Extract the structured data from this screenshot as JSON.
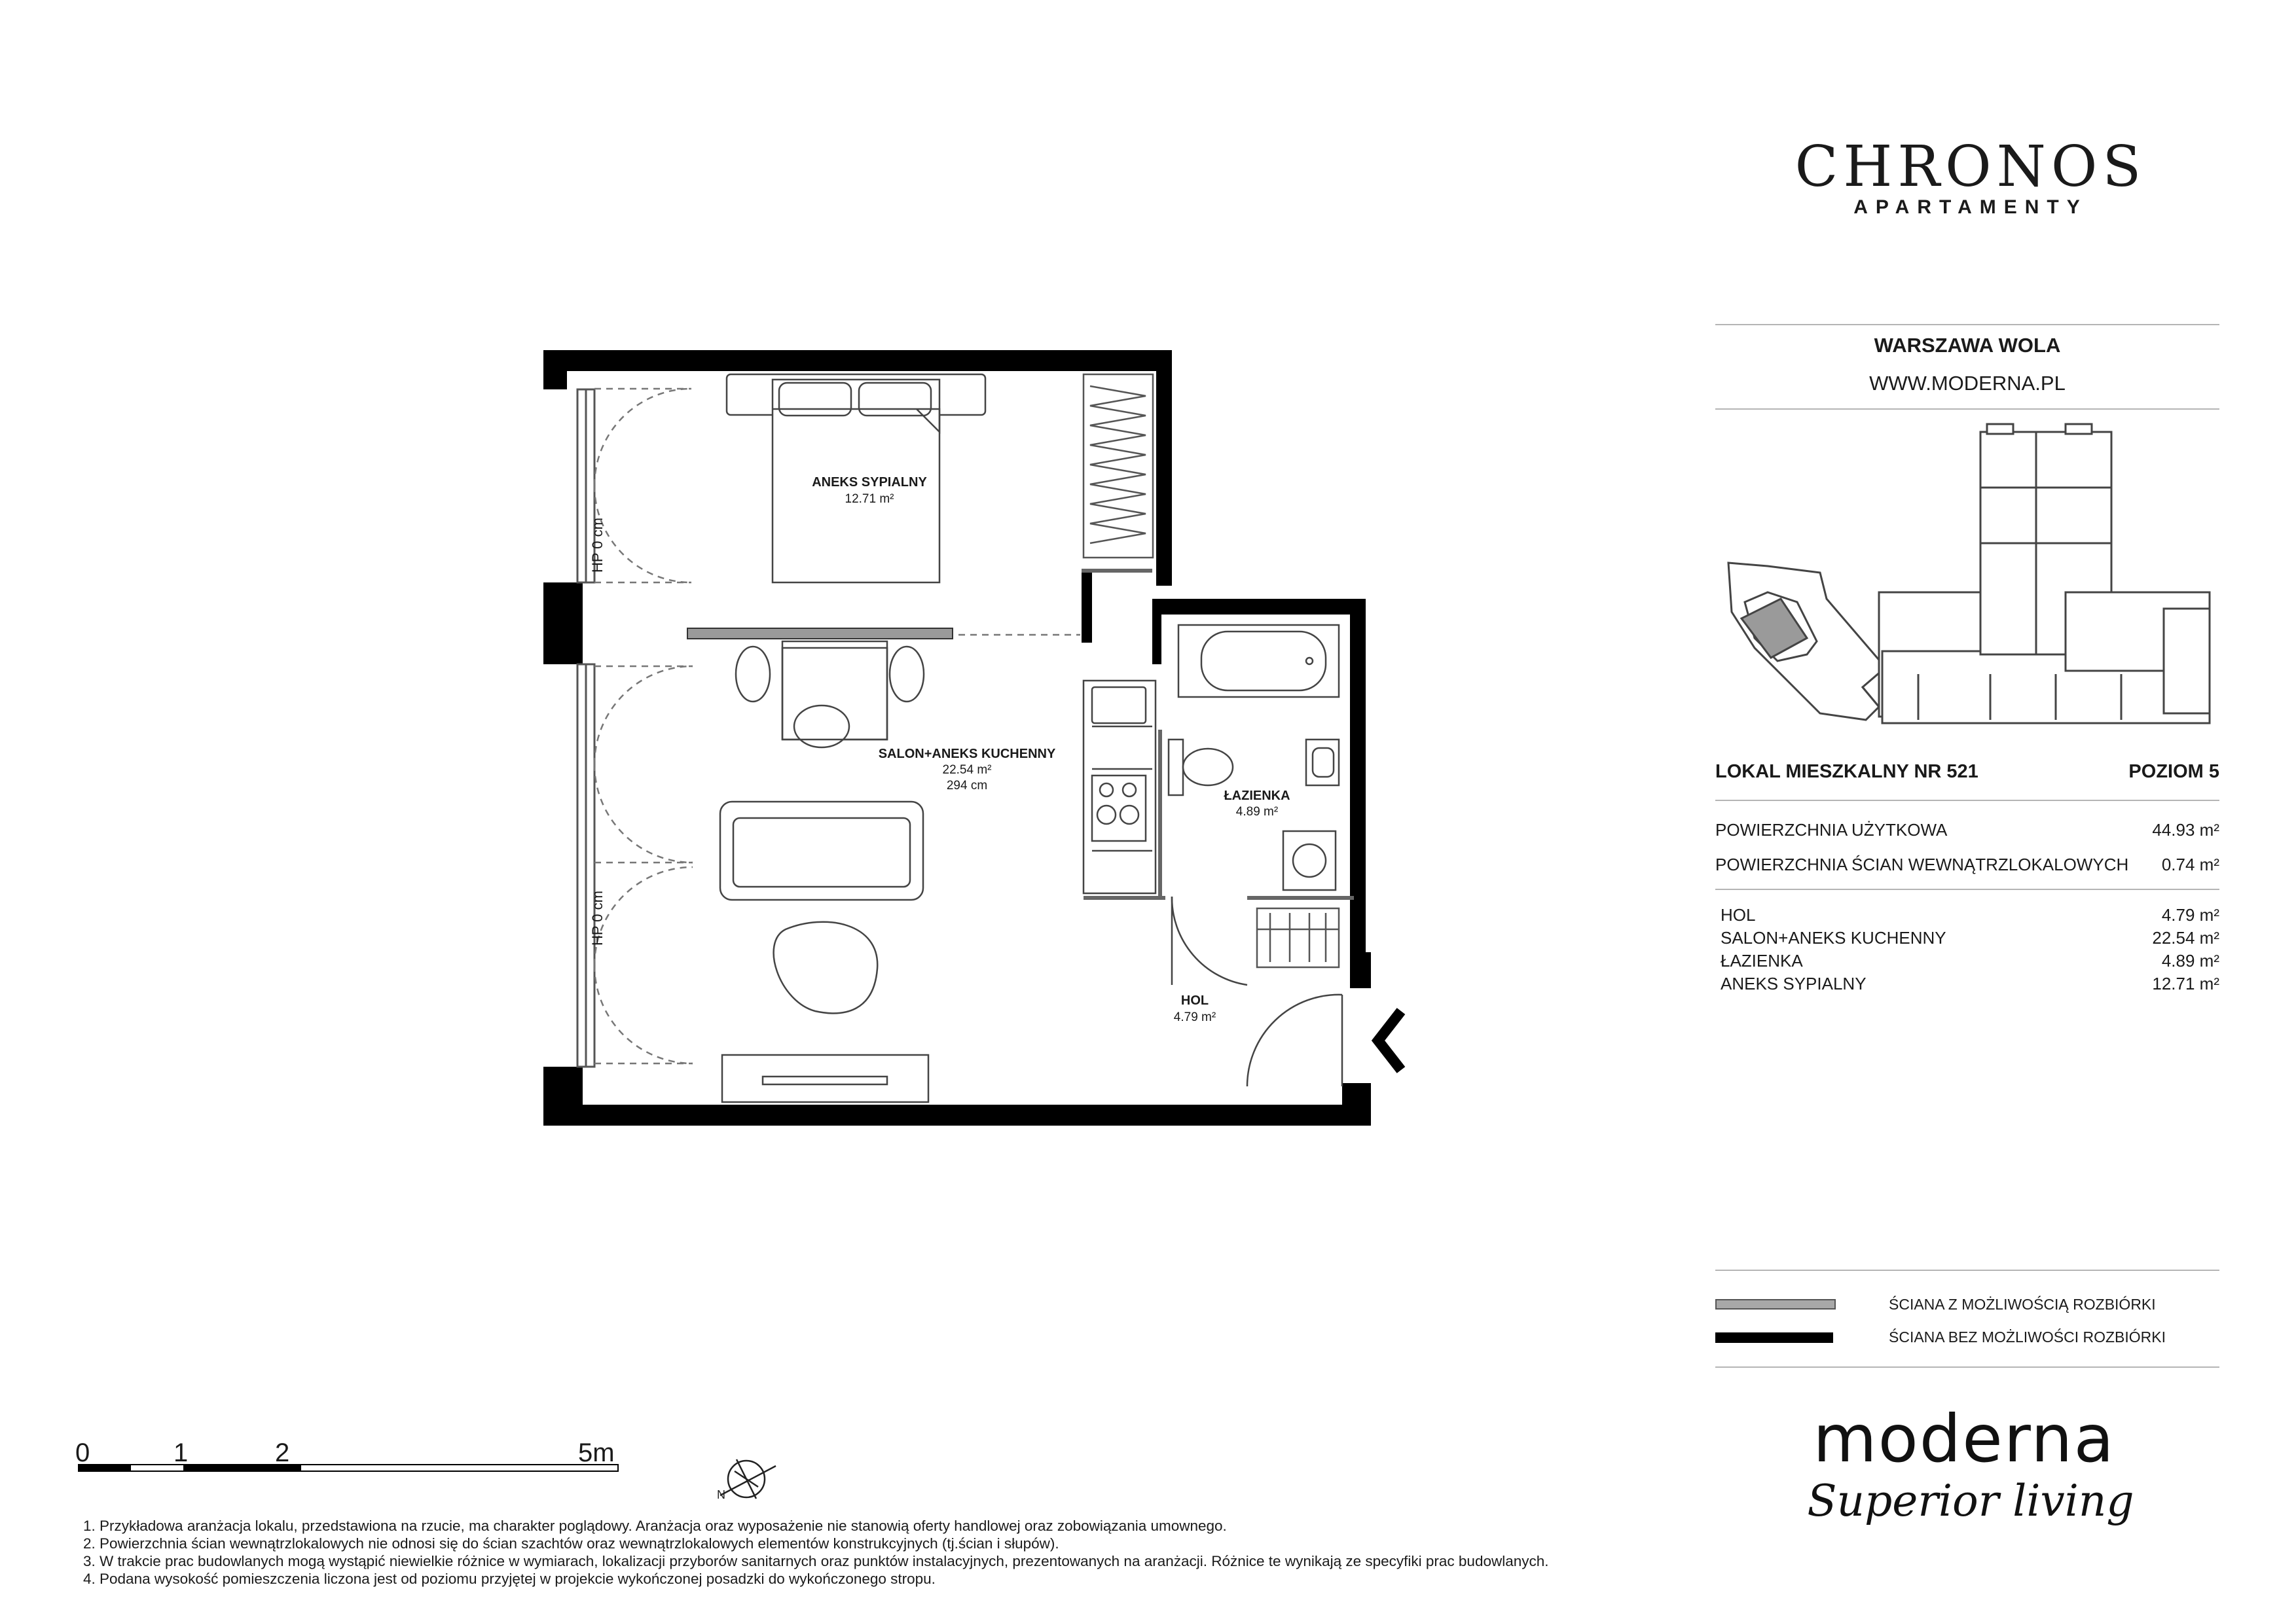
{
  "brand": {
    "name": "CHRONOS",
    "subtitle": "APARTAMENTY",
    "location": "WARSZAWA WOLA",
    "website": "WWW.MODERNA.PL"
  },
  "unit": {
    "title": "LOKAL MIESZKALNY NR 521",
    "level": "POZIOM 5"
  },
  "summary": [
    {
      "label": "POWIERZCHNIA UŻYTKOWA",
      "value": "44.93 m²"
    },
    {
      "label": "POWIERZCHNIA ŚCIAN WEWNĄTRZLOKALOWYCH",
      "value": "0.74 m²"
    }
  ],
  "rooms_table": [
    {
      "label": "HOL",
      "value": "4.79 m²"
    },
    {
      "label": "SALON+ANEKS KUCHENNY",
      "value": "22.54 m²"
    },
    {
      "label": "ŁAZIENKA",
      "value": "4.89 m²"
    },
    {
      "label": "ANEKS SYPIALNY",
      "value": "12.71 m²"
    }
  ],
  "plan_labels": {
    "bedroom": {
      "name": "ANEKS SYPIALNY",
      "area": "12.71 m²"
    },
    "living": {
      "name": "SALON+ANEKS KUCHENNY",
      "area": "22.54 m²",
      "height": "294 cm"
    },
    "bathroom": {
      "name": "ŁAZIENKA",
      "area": "4.89 m²"
    },
    "hall": {
      "name": "HOL",
      "area": "4.79 m²"
    },
    "window_height_1": "HP 0 cm",
    "window_height_2": "HP 0 cm"
  },
  "legend": [
    {
      "label": "ŚCIANA Z MOŻLIWOŚCIĄ ROZBIÓRKI",
      "color": "#a8a8a8"
    },
    {
      "label": "ŚCIANA BEZ MOŻLIWOŚCI ROZBIÓRKI",
      "color": "#000000"
    }
  ],
  "developer": {
    "name": "moderna",
    "tagline": "Superior living"
  },
  "scale": {
    "labels": [
      "0",
      "1",
      "2",
      "5m"
    ]
  },
  "compass": {
    "letter": "N"
  },
  "notes": [
    "1.  Przykładowa aranżacja lokalu, przedstawiona na rzucie, ma charakter poglądowy. Aranżacja oraz wyposażenie nie stanowią oferty handlowej oraz zobowiązania umownego.",
    "2.  Powierzchnia ścian wewnątrzlokalowych nie odnosi się do ścian szachtów oraz wewnątrzlokalowych elementów konstrukcyjnych (tj.ścian i słupów).",
    "3.  W trakcie prac budowlanych mogą wystąpić niewielkie różnice w wymiarach, lokalizacji przyborów sanitarnych oraz punktów instalacyjnych, prezentowanych na aranżacji. Różnice te wynikają ze specyfiki prac budowlanych.",
    "4.  Podana wysokość pomieszczenia liczona jest od poziomu przyjętej w projekcie wykończonej posadzki do wykończonego stropu."
  ]
}
